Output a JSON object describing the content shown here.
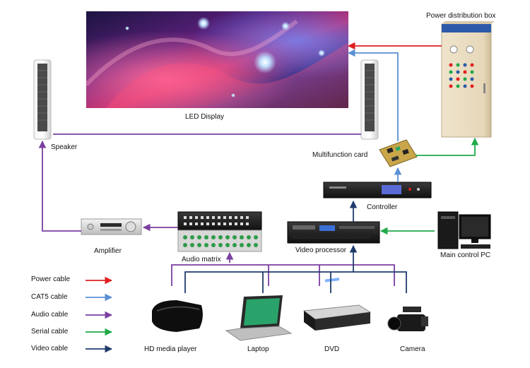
{
  "labels": {
    "led_display": "LED Display",
    "power_box": "Power distribution box",
    "speaker": "Speaker",
    "multifunction_card": "Multifunction card",
    "controller": "Controller",
    "amplifier": "Amplifier",
    "audio_matrix": "Audio  matrix",
    "video_processor": "Video processor",
    "main_pc": "Main control PC",
    "hd_player": "HD media player",
    "laptop": "Laptop",
    "dvd": "DVD",
    "camera": "Camera"
  },
  "legend": [
    {
      "label": "Power cable",
      "color": "#e02020"
    },
    {
      "label": "CAT5 cable",
      "color": "#5b8fd6"
    },
    {
      "label": "Audio cable",
      "color": "#7a3fa0"
    },
    {
      "label": "Serial cable",
      "color": "#1faa4a"
    },
    {
      "label": "Video cable",
      "color": "#1f3b6b"
    }
  ],
  "colors": {
    "power": "#e02020",
    "cat5": "#5b8fd6",
    "audio": "#7a3fa0",
    "serial": "#1faa4a",
    "video": "#1f3b6b"
  }
}
